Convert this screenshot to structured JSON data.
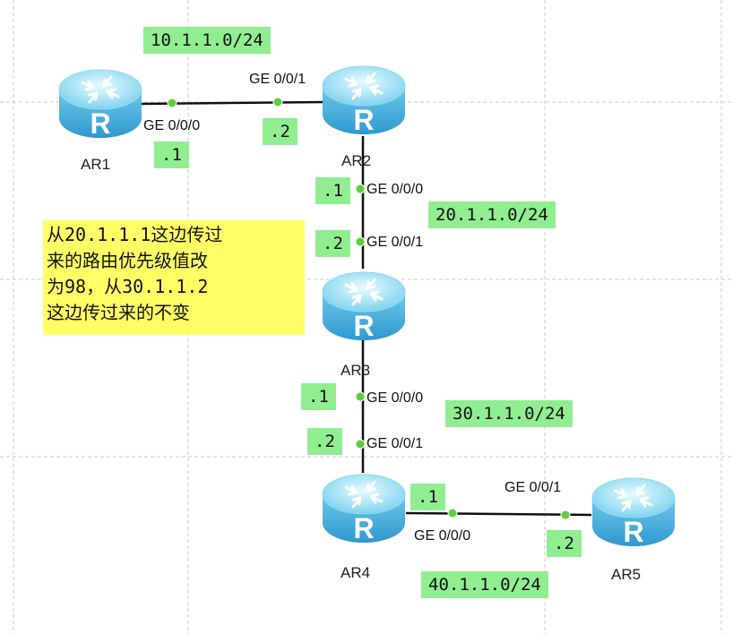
{
  "routers": [
    {
      "id": "ar1",
      "name": "AR1"
    },
    {
      "id": "ar2",
      "name": "AR2"
    },
    {
      "id": "ar3",
      "name": "AR3"
    },
    {
      "id": "ar4",
      "name": "AR4"
    },
    {
      "id": "ar5",
      "name": "AR5"
    }
  ],
  "router_icon_letter": "R",
  "networks": [
    "10.1.1.0/24",
    "20.1.1.0/24",
    "30.1.1.0/24",
    "40.1.1.0/24"
  ],
  "host_ids": {
    "ar1_n1": ".1",
    "ar2_n1": ".2",
    "ar2_n2": ".1",
    "ar3_n2": ".2",
    "ar3_n3": ".1",
    "ar4_n3": ".2",
    "ar4_n4": ".1",
    "ar5_n4": ".2"
  },
  "ports": {
    "ar1_p": "GE 0/0/0",
    "ar2_p1": "GE 0/0/1",
    "ar2_p2": "GE 0/0/0",
    "ar3_p1": "GE 0/0/1",
    "ar3_p2": "GE 0/0/0",
    "ar4_p1": "GE 0/0/1",
    "ar4_p2": "GE 0/0/0",
    "ar5_p": "GE 0/0/1"
  },
  "note": {
    "lines": [
      "从20.1.1.1这边传过",
      "来的路由优先级值改",
      "为98，从30.1.1.2",
      "这边传过来的不变"
    ]
  },
  "colors": {
    "label_bg": "#90ee90",
    "note_bg": "#ffff66",
    "link": "#111111",
    "port_dot": "#5ccf3a",
    "grid": "#c8c8c8"
  }
}
